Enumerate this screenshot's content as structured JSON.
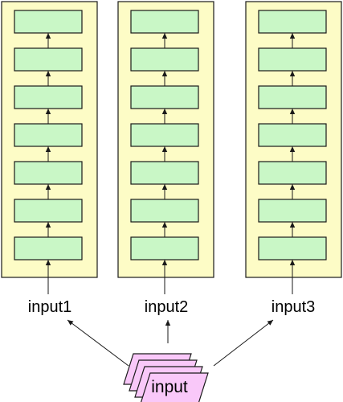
{
  "stacks": [
    {
      "input_label": "input1",
      "layer_count": 7
    },
    {
      "input_label": "input2",
      "layer_count": 7
    },
    {
      "input_label": "input3",
      "layer_count": 7
    }
  ],
  "source": {
    "label": "input",
    "card_count": 4
  },
  "colors": {
    "panel_fill": "#fdfcc6",
    "layer_fill": "#c9f7c6",
    "source_fill": "#f9c8f9",
    "stroke": "#1a1a1a"
  }
}
